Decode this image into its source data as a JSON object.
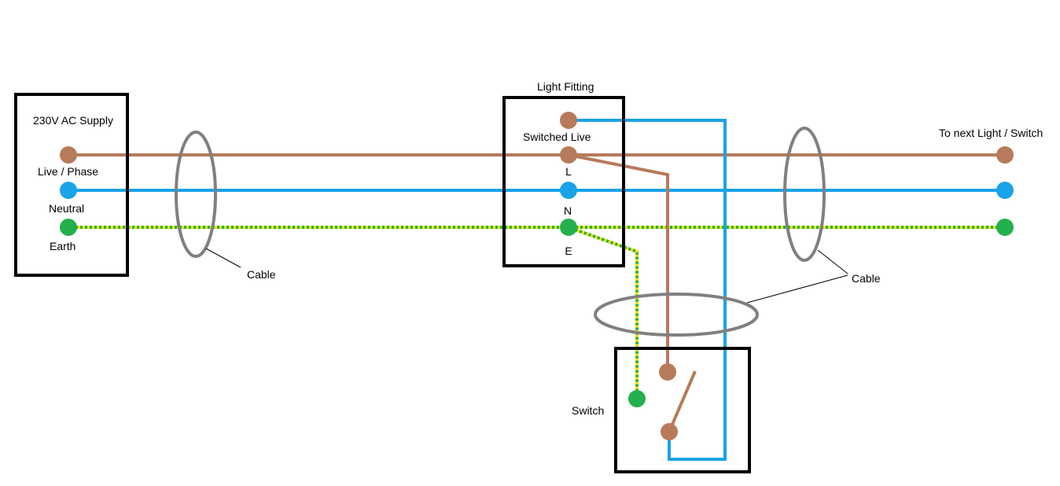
{
  "colors": {
    "live": "#b77a5a",
    "neutral": "#1aa3e8",
    "earth_green": "#22b14c",
    "earth_yellow": "#ffe400",
    "cable_sheath": "#808080",
    "box": "#000000"
  },
  "supply": {
    "title": "230V AC Supply",
    "live_label": "Live / Phase",
    "neutral_label": "Neutral",
    "earth_label": "Earth"
  },
  "fitting": {
    "title": "Light Fitting",
    "switched_live_label": "Switched Live",
    "l_label": "L",
    "n_label": "N",
    "e_label": "E"
  },
  "next": {
    "label": "To next Light / Switch"
  },
  "cable": {
    "left_label": "Cable",
    "right_label": "Cable"
  },
  "switch": {
    "label": "Switch"
  }
}
